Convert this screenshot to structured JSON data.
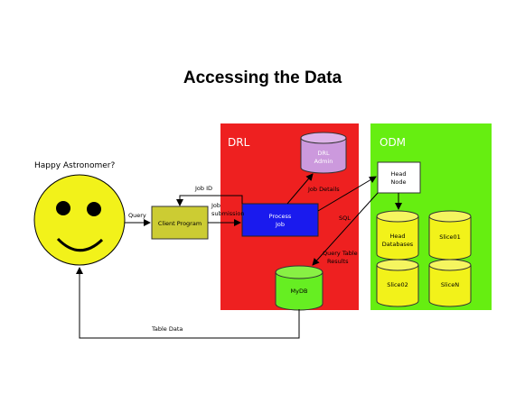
{
  "title": "Accessing the Data",
  "labels": {
    "astronomer": "Happy Astronomer?",
    "drl_region": "DRL",
    "odm_region": "ODM",
    "drl_admin_1": "DRL",
    "drl_admin_2": "Admin",
    "client_program": "Client Program",
    "process_job_1": "Process",
    "process_job_2": "Job",
    "mydb": "MyDB",
    "head_node_1": "Head",
    "head_node_2": "Node",
    "head_db_1": "Head",
    "head_db_2": "Databases",
    "slice01": "Slice01",
    "slice02": "Slice02",
    "sliceN": "SliceN",
    "query": "Query",
    "job_id": "Job ID",
    "job_submission_1": "Job",
    "job_submission_2": "submission",
    "job_details": "Job Details",
    "sql": "SQL",
    "query_table_results_1": "Query Table",
    "query_table_results_2": "Results",
    "table_data": "Table Data"
  },
  "colors": {
    "drl_region": "#ee2020",
    "odm_region": "#66ee11",
    "face": "#f2f21a",
    "client_program": "#cccc33",
    "process_job": "#1a1aee",
    "drl_admin": "#cc99dd",
    "mydb": "#66ee22",
    "slices": "#f2f21a"
  }
}
